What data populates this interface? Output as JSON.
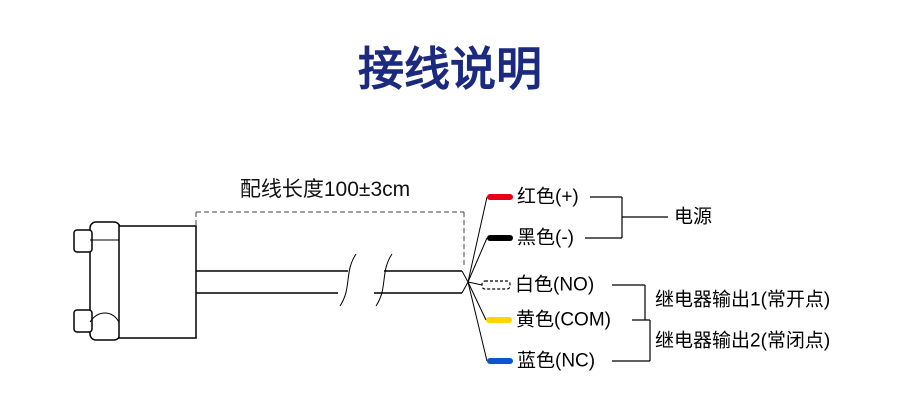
{
  "title": "接线说明",
  "colors": {
    "title": "#1b2a7e",
    "line": "#000000",
    "red": "#e60012",
    "black": "#000000",
    "white": "#ffffff",
    "yellow": "#ffd400",
    "blue": "#0b57d0"
  },
  "cable": {
    "length_label": "配线长度100±3cm"
  },
  "wires": [
    {
      "name": "red-wire",
      "color": "#e60012",
      "label": "红色(+)"
    },
    {
      "name": "black-wire",
      "color": "#000000",
      "label": "黑色(-)"
    },
    {
      "name": "white-wire",
      "color": "#ffffff",
      "label": "白色(NO)"
    },
    {
      "name": "yellow-wire",
      "color": "#ffd400",
      "label": "黄色(COM)"
    },
    {
      "name": "blue-wire",
      "color": "#0b57d0",
      "label": "蓝色(NC)"
    }
  ],
  "groups": [
    {
      "label": "电源"
    },
    {
      "label": "继电器输出1(常开点)"
    },
    {
      "label": "继电器输出2(常闭点)"
    }
  ]
}
